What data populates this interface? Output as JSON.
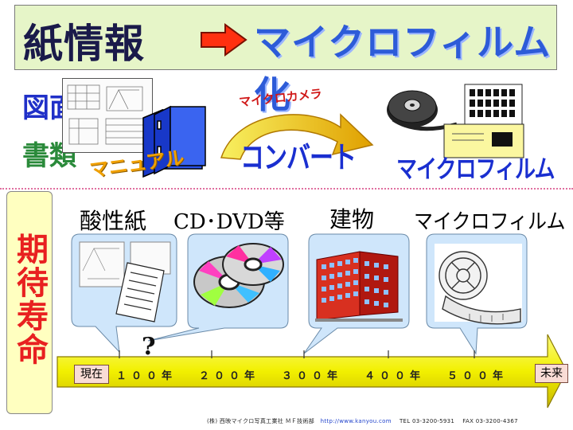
{
  "title": {
    "left": "紙情報",
    "right": "マイクロフィルム化"
  },
  "flow": {
    "drawings": "図面",
    "documents": "書類",
    "manual": "マニュアル",
    "camera": "マイクロカメラ",
    "convert": "コンバート",
    "microfilm": "マイクロフィルム"
  },
  "lifespan": {
    "label": "期待寿命",
    "media": [
      "酸性紙",
      "CD･DVD等",
      "建物",
      "マイクロフィルム"
    ],
    "unknown_mark": "?",
    "timeline": {
      "start_label": "現在",
      "end_label": "未来",
      "ticks": [
        "１００年",
        "２００年",
        "３００年",
        "４００年",
        "５００年"
      ]
    }
  },
  "footer": {
    "company": "(株) 西映マイクロ写真工業社  ＭＦ技術部",
    "url": "http://www.kanyou.com",
    "tel": "TEL 03-3200-5931",
    "fax": "FAX 03-3200-4367"
  },
  "colors": {
    "title_bg": "#e6f5c8",
    "accent_blue": "#2030c8",
    "accent_green": "#2a8a3a",
    "arrow_red": "#ff3010",
    "lifespan_red": "#e82020",
    "timeline_yellow": "#f2f000",
    "bubble_blue": "#cfe6fb"
  }
}
